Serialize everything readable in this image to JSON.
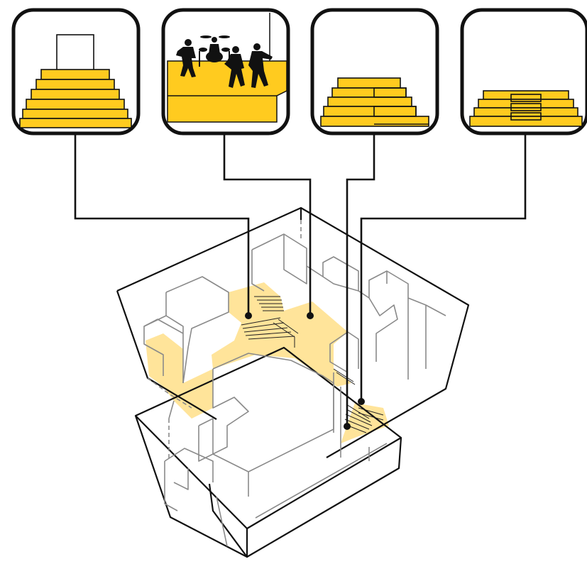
{
  "diagram": {
    "panels": [
      {
        "id": "stepped-pyramid-with-door",
        "icon": "pyramid-steps-door-icon"
      },
      {
        "id": "concert-stage",
        "icon": "band-on-stage-icon"
      },
      {
        "id": "offset-stepped-platform",
        "icon": "offset-steps-icon"
      },
      {
        "id": "stacked-tiered-steps",
        "icon": "tiered-steps-icon"
      }
    ],
    "building": {
      "icon": "building-axonometric-icon"
    },
    "colors": {
      "accent": "#FFCB1F",
      "accent_light": "#FFE49A",
      "stroke": "#111111",
      "wall": "#8a8a8a",
      "background": "#ffffff"
    }
  }
}
